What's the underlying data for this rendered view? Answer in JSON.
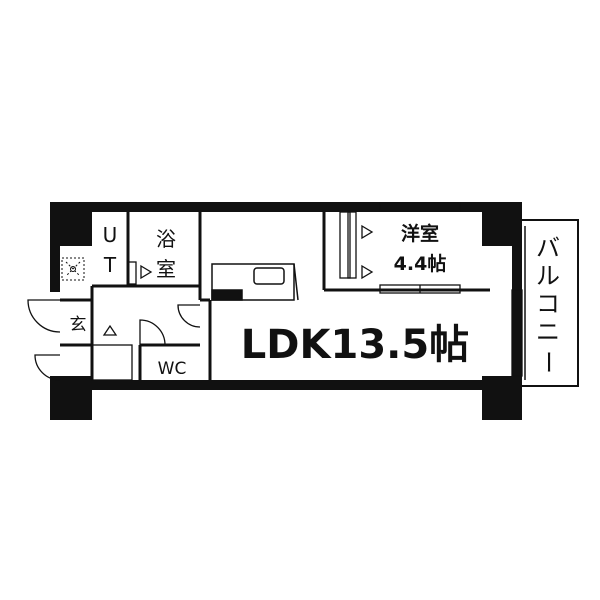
{
  "rooms": {
    "ut": {
      "line1": "U",
      "line2": "T"
    },
    "bath": {
      "line1": "浴",
      "line2": "室"
    },
    "bedroom": {
      "name": "洋室",
      "size": "4.4帖"
    },
    "entrance": "玄",
    "toilet": "WC",
    "ldk": "LDK13.5帖",
    "balcony": [
      "バ",
      "ル",
      "コ",
      "ニ",
      "ー"
    ]
  }
}
